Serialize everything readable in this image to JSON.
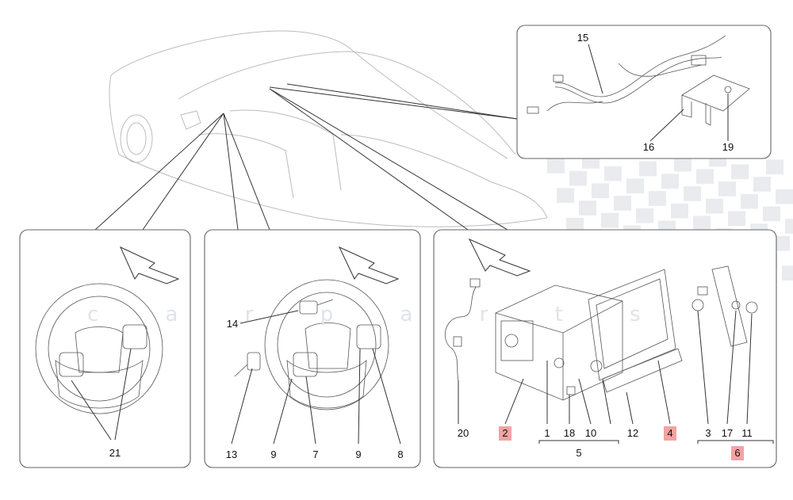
{
  "watermark": "c a r p a r t s",
  "colors": {
    "highlight": "#f2a3a3",
    "line": "#333333",
    "car_outline": "#b9bcc4",
    "checker": "#d8dbe0"
  },
  "insets": {
    "top_right": {
      "labels": [
        "15",
        "16",
        "19"
      ]
    },
    "left": {
      "labels": [
        "21"
      ]
    },
    "middle": {
      "labels": [
        "14",
        "13",
        "9",
        "7",
        "9",
        "8"
      ]
    },
    "right": {
      "labels": [
        "20",
        "2",
        "1",
        "18",
        "10",
        "12",
        "4",
        "3",
        "17",
        "11"
      ],
      "group_labels": [
        "5",
        "6"
      ],
      "highlighted": [
        "2",
        "4",
        "6"
      ]
    }
  }
}
